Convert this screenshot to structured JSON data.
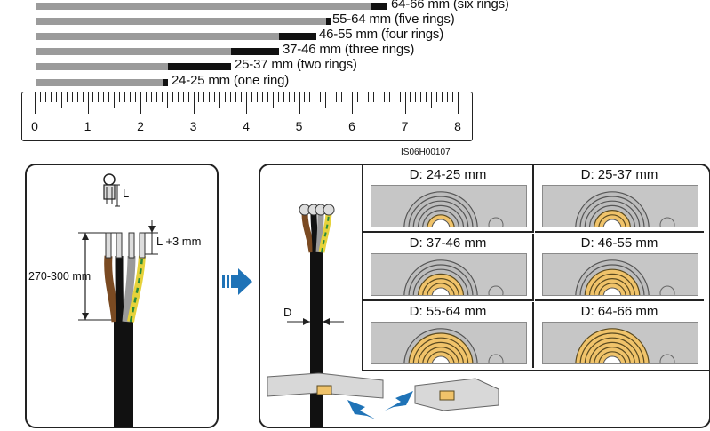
{
  "rings_list": [
    {
      "range": "64-66 mm",
      "desc": "(six rings)",
      "value": 6.6
    },
    {
      "range": "55-64 mm",
      "desc": "(five rings)",
      "value": 5.5
    },
    {
      "range": "46-55 mm",
      "desc": "(four rings)",
      "value": 4.6
    },
    {
      "range": "37-46 mm",
      "desc": "(three rings)",
      "value": 3.7
    },
    {
      "range": "25-37 mm",
      "desc": "(two rings)",
      "value": 2.5
    },
    {
      "range": "24-25 mm",
      "desc": "(one ring)",
      "value": 2.4
    }
  ],
  "ruler": {
    "labels": [
      "0",
      "1",
      "2",
      "3",
      "4",
      "5",
      "6",
      "7",
      "8"
    ]
  },
  "figure_id": "IS06H00107",
  "left_panel": {
    "lug_label": "L",
    "offset_label": "L +3 mm",
    "length_label": "270-300 mm"
  },
  "right_panel": {
    "diameter_label": "D",
    "cells": [
      {
        "title": "D: 24-25 mm",
        "rings": 1
      },
      {
        "title": "D: 25-37 mm",
        "rings": 2
      },
      {
        "title": "D: 37-46 mm",
        "rings": 3
      },
      {
        "title": "D: 46-55 mm",
        "rings": 4
      },
      {
        "title": "D: 55-64 mm",
        "rings": 5
      },
      {
        "title": "D: 64-66 mm",
        "rings": 6
      }
    ]
  },
  "colors": {
    "bar_gray": "#9b9b9b",
    "bar_black": "#111111",
    "ring_fill": "#f0c36a",
    "ring_stroke": "#5a4a20",
    "arrow_blue": "#1f73b7",
    "wire_brown": "#7a4a22",
    "wire_black": "#111111",
    "wire_gray": "#9a9a9a",
    "wire_yellow": "#e6d23a",
    "wire_green": "#2a8a3a"
  }
}
